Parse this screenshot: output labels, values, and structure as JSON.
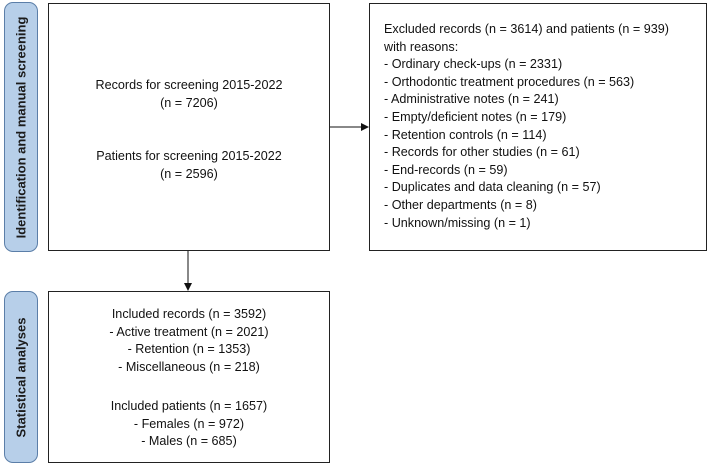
{
  "stages": {
    "identification": "Identification and manual screening",
    "statistical": "Statistical analyses"
  },
  "screening": {
    "records_title": "Records for screening 2015-2022",
    "records_count": "(n = 7206)",
    "patients_title": "Patients for screening 2015-2022",
    "patients_count": "(n = 2596)"
  },
  "excluded": {
    "header_line1": "Excluded records (n = 3614) and patients (n = 939)",
    "header_line2": "with reasons:",
    "reasons": [
      "- Ordinary check-ups (n = 2331)",
      "- Orthodontic treatment procedures (n = 563)",
      "- Administrative notes (n = 241)",
      "- Empty/deficient notes (n = 179)",
      "- Retention controls (n = 114)",
      "- Records for other studies (n = 61)",
      "- End-records (n = 59)",
      "- Duplicates and data cleaning (n = 57)",
      "- Other departments (n = 8)",
      "- Unknown/missing (n = 1)"
    ]
  },
  "included": {
    "records_title": "Included records (n = 3592)",
    "records_items": [
      "- Active treatment (n = 2021)",
      "- Retention (n = 1353)",
      "- Miscellaneous (n = 218)"
    ],
    "patients_title": "Included patients (n = 1657)",
    "patients_items": [
      "- Females (n = 972)",
      "- Males (n = 685)"
    ]
  },
  "colors": {
    "stage_fill": "#b7cfe9",
    "stage_border": "#5b7ea8",
    "box_border": "#222222",
    "arrow": "#111111"
  }
}
